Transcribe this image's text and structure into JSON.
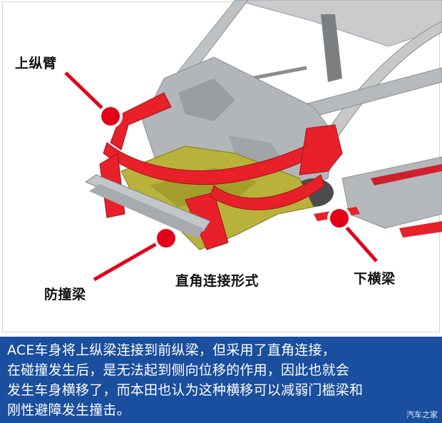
{
  "figure": {
    "labels": {
      "upper_arm": "上纵臂",
      "bumper_beam": "防撞梁",
      "right_angle_connection": "直角连接形式",
      "lower_crossbeam": "下横梁"
    },
    "colors": {
      "callout_red": "#e5001a",
      "frame_red": "#e8202a",
      "frame_gray": "#b9bcbe",
      "frame_yellow": "#b8b23a"
    }
  },
  "caption": {
    "lines": [
      "ACE车身将上纵梁连接到前纵梁，但采用了直角连接，",
      "在碰撞发生后，是无法起到侧向位移的作用，因此也就会",
      "发生车身横移了，而本田也认为这种横移可以减弱门槛梁和",
      "刚性避障发生撞击。"
    ],
    "watermark": "汽车之家",
    "background": "#1a4e9e"
  }
}
